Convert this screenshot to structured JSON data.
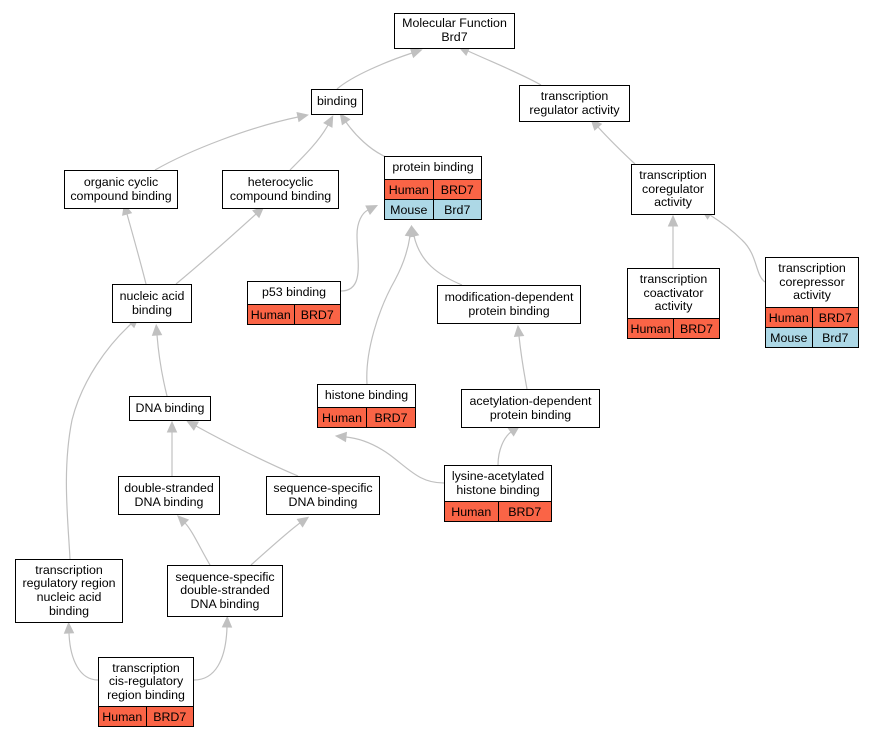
{
  "colors": {
    "edge": "#c0c0c0",
    "human": "#fa6446",
    "mouse": "#add8e6"
  },
  "nodes": {
    "mf": {
      "lines": [
        "Molecular Function",
        "Brd7"
      ],
      "ann": []
    },
    "binding": {
      "lines": [
        "binding"
      ],
      "ann": []
    },
    "tra": {
      "lines": [
        "transcription",
        "regulator activity"
      ],
      "ann": []
    },
    "occb": {
      "lines": [
        "organic cyclic",
        "compound binding"
      ],
      "ann": []
    },
    "hcb": {
      "lines": [
        "heterocyclic",
        "compound binding"
      ],
      "ann": []
    },
    "pb": {
      "lines": [
        "protein binding"
      ],
      "ann": [
        {
          "species": "Human",
          "gene": "BRD7"
        },
        {
          "species": "Mouse",
          "gene": "Brd7"
        }
      ]
    },
    "tcra": {
      "lines": [
        "transcription",
        "coregulator",
        "activity"
      ],
      "ann": []
    },
    "nab": {
      "lines": [
        "nucleic acid",
        "binding"
      ],
      "ann": []
    },
    "p53": {
      "lines": [
        "p53 binding"
      ],
      "ann": [
        {
          "species": "Human",
          "gene": "BRD7"
        }
      ]
    },
    "mdpb": {
      "lines": [
        "modification-dependent",
        "protein binding"
      ],
      "ann": []
    },
    "tcoa": {
      "lines": [
        "transcription",
        "coactivator",
        "activity"
      ],
      "ann": [
        {
          "species": "Human",
          "gene": "BRD7"
        }
      ]
    },
    "tcor": {
      "lines": [
        "transcription",
        "corepressor",
        "activity"
      ],
      "ann": [
        {
          "species": "Human",
          "gene": "BRD7"
        },
        {
          "species": "Mouse",
          "gene": "Brd7"
        }
      ]
    },
    "dnab": {
      "lines": [
        "DNA binding"
      ],
      "ann": []
    },
    "hb": {
      "lines": [
        "histone binding"
      ],
      "ann": [
        {
          "species": "Human",
          "gene": "BRD7"
        }
      ]
    },
    "adpb": {
      "lines": [
        "acetylation-dependent",
        "protein binding"
      ],
      "ann": []
    },
    "dsdb": {
      "lines": [
        "double-stranded",
        "DNA binding"
      ],
      "ann": []
    },
    "ssdb": {
      "lines": [
        "sequence-specific",
        "DNA binding"
      ],
      "ann": []
    },
    "lahb": {
      "lines": [
        "lysine-acetylated",
        "histone binding"
      ],
      "ann": [
        {
          "species": "Human",
          "gene": "BRD7"
        }
      ]
    },
    "trrnab": {
      "lines": [
        "transcription",
        "regulatory region",
        "nucleic acid",
        "binding"
      ],
      "ann": []
    },
    "ssdsdb": {
      "lines": [
        "sequence-specific",
        "double-stranded",
        "DNA binding"
      ],
      "ann": []
    },
    "tcrrb": {
      "lines": [
        "transcription",
        "cis-regulatory",
        "region binding"
      ],
      "ann": [
        {
          "species": "Human",
          "gene": "BRD7"
        }
      ]
    }
  }
}
